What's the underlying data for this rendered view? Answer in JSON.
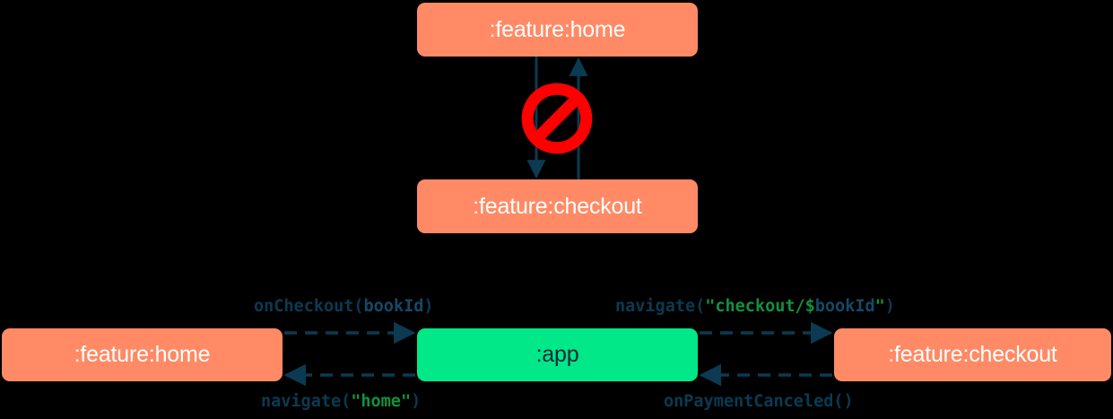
{
  "diagram": {
    "title": "module navigation dependency diagram",
    "colors": {
      "module_feature": "#FF8A65",
      "module_app": "#00E887",
      "arrow": "#0B3A52",
      "forbidden": "#FF0000",
      "string_literal": "#12913F",
      "background": "#000000"
    },
    "top_cluster": {
      "nodes": [
        {
          "id": "top-home",
          "label": ":feature:home",
          "style": "salmon"
        },
        {
          "id": "top-checkout",
          "label": ":feature:checkout",
          "style": "salmon"
        }
      ],
      "edges": [
        {
          "from": "top-home",
          "to": "top-checkout",
          "direction": "down",
          "style": "solid"
        },
        {
          "from": "top-checkout",
          "to": "top-home",
          "direction": "up",
          "style": "solid"
        }
      ],
      "badge": {
        "icon": "forbidden-icon",
        "meaning": "not allowed"
      }
    },
    "bottom_cluster": {
      "nodes": [
        {
          "id": "bottom-home",
          "label": ":feature:home",
          "style": "salmon"
        },
        {
          "id": "bottom-app",
          "label": ":app",
          "style": "green"
        },
        {
          "id": "bottom-checkout",
          "label": ":feature:checkout",
          "style": "salmon"
        }
      ],
      "edges": [
        {
          "id": "home-to-app",
          "from": "bottom-home",
          "to": "bottom-app",
          "direction": "right",
          "style": "dashed",
          "label_parts": [
            {
              "text": "onCheckout",
              "token": "ident"
            },
            {
              "text": "(",
              "token": "paren"
            },
            {
              "text": "bookId",
              "token": "param"
            },
            {
              "text": ")",
              "token": "paren"
            }
          ],
          "label_text": "onCheckout(bookId)"
        },
        {
          "id": "app-to-home",
          "from": "bottom-app",
          "to": "bottom-home",
          "direction": "left",
          "style": "dashed",
          "label_parts": [
            {
              "text": "navigate",
              "token": "ident"
            },
            {
              "text": "(",
              "token": "paren"
            },
            {
              "text": "\"home\"",
              "token": "string"
            },
            {
              "text": ")",
              "token": "paren"
            }
          ],
          "label_text": "navigate(\"home\")"
        },
        {
          "id": "app-to-checkout",
          "from": "bottom-app",
          "to": "bottom-checkout",
          "direction": "right",
          "style": "dashed",
          "label_parts": [
            {
              "text": "navigate",
              "token": "ident"
            },
            {
              "text": "(",
              "token": "paren"
            },
            {
              "text": "\"checkout/$",
              "token": "string"
            },
            {
              "text": "bookId",
              "token": "param"
            },
            {
              "text": "\"",
              "token": "string"
            },
            {
              "text": ")",
              "token": "paren"
            }
          ],
          "label_text": "navigate(\"checkout/$bookId\")"
        },
        {
          "id": "checkout-to-app",
          "from": "bottom-checkout",
          "to": "bottom-app",
          "direction": "left",
          "style": "dashed",
          "label_parts": [
            {
              "text": "onPaymentCanceled()",
              "token": "ident"
            }
          ],
          "label_text": "onPaymentCanceled()"
        }
      ]
    }
  }
}
